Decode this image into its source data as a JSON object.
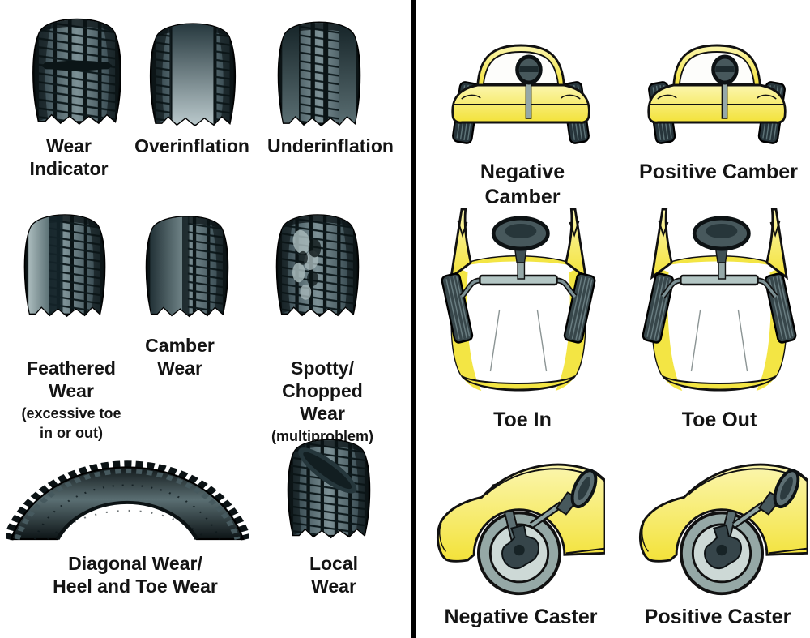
{
  "tire_wear_section": {
    "items": [
      {
        "id": "wear-indicator",
        "label": [
          "Wear",
          "Indicator"
        ]
      },
      {
        "id": "overinflation",
        "label": [
          "Overinflation"
        ]
      },
      {
        "id": "underinflation",
        "label": [
          "Underinflation"
        ]
      },
      {
        "id": "feathered-wear",
        "label": [
          "Feathered",
          "Wear"
        ],
        "note": [
          "(excessive toe",
          "in or out)"
        ]
      },
      {
        "id": "camber-wear",
        "label": [
          "Camber",
          "Wear"
        ]
      },
      {
        "id": "spotty-chopped-wear",
        "label": [
          "Spotty/",
          "Chopped",
          "Wear"
        ],
        "note": [
          "(multiproblem)"
        ]
      },
      {
        "id": "diagonal-heel-toe-wear",
        "label": [
          "Diagonal Wear/",
          "Heel and Toe Wear"
        ]
      },
      {
        "id": "local-wear",
        "label": [
          "Local",
          "Wear"
        ]
      }
    ]
  },
  "alignment_section": {
    "items": [
      {
        "id": "negative-camber",
        "label": "Negative Camber"
      },
      {
        "id": "positive-camber",
        "label": "Positive Camber"
      },
      {
        "id": "toe-in",
        "label": "Toe In"
      },
      {
        "id": "toe-out",
        "label": "Toe Out"
      },
      {
        "id": "negative-caster",
        "label": "Negative Caster"
      },
      {
        "id": "positive-caster",
        "label": "Positive Caster"
      }
    ]
  },
  "colors": {
    "background": "#ffffff",
    "divider": "#000000",
    "label_text": "#141414",
    "car_yellow": "#f3e239",
    "car_yellow_light": "#fbf6ae",
    "tire_dark": "#10181a",
    "tread_slate": "#5d7377",
    "tread_light": "#9db0b2",
    "metal_gray": "#b3c6c4",
    "wheel_gray": "#95a8a6"
  }
}
